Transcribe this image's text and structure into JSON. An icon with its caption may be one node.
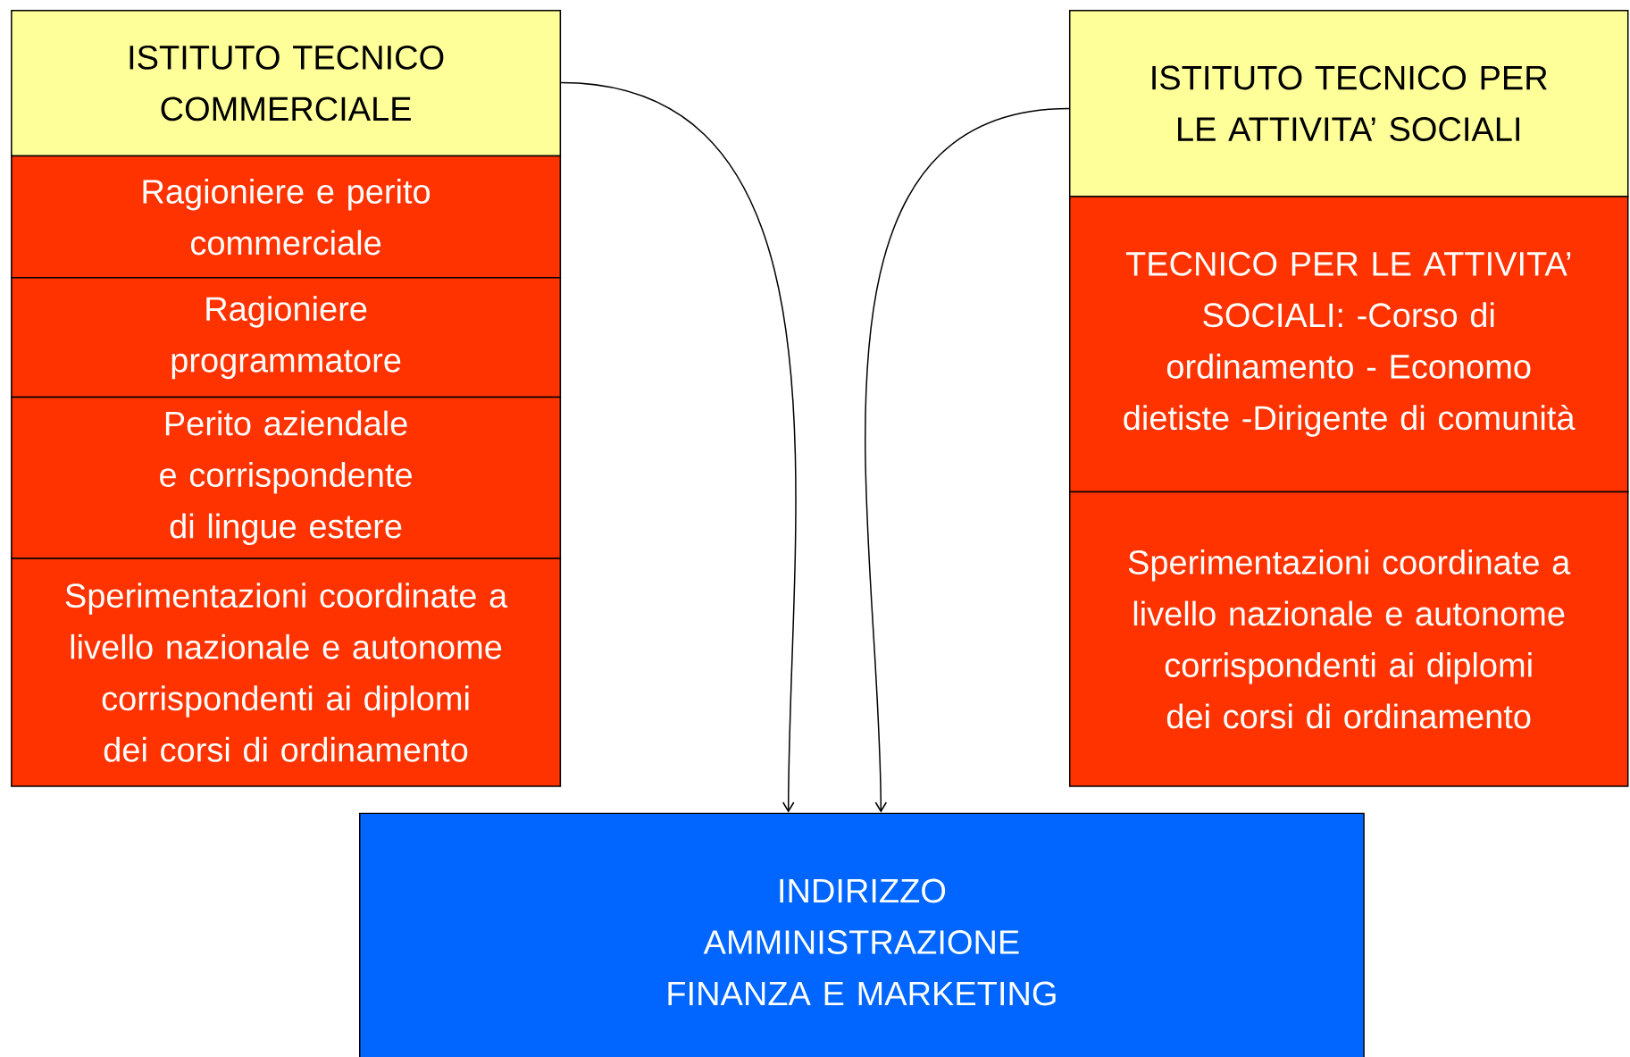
{
  "diagram": {
    "nodes": [
      {
        "text": [
          "ISTITUTO TECNICO COMMERCIALE"
        ]
      },
      {
        "text": [
          "Ragioniere e perito commerciale"
        ]
      },
      {
        "text": [
          "Ragioniere programmatore"
        ]
      },
      {
        "text": [
          "Perito aziendale e corrispondente di lingue estere"
        ]
      },
      {
        "text": [
          "Sperimentazioni coordinate a livello nazionale e autonome corrispondenti ai diplomi dei corsi di ordinamento"
        ]
      },
      {
        "text": [
          "ISTITUTO TECNICO PER LE ATTIVITA’ SOCIALI"
        ]
      },
      {
        "text": [
          "TECNICO PER LE ATTIVITA’ SOCIALI: -Corso di ordinamento - Economo dietiste -Dirigente di comunità"
        ]
      },
      {
        "text": [
          "Sperimentazioni coordinate a livello nazionale e autonome corrispondenti ai diplomi dei corsi di ordinamento"
        ]
      },
      {
        "text": [
          "INDIRIZZO AMMINISTRAZIONE FINANZA E MARKETING"
        ]
      }
    ],
    "edges": [
      {
        "from": 0,
        "to": 8,
        "arrow": "to"
      },
      {
        "from": 5,
        "to": 8,
        "arrow": "to"
      }
    ]
  }
}
